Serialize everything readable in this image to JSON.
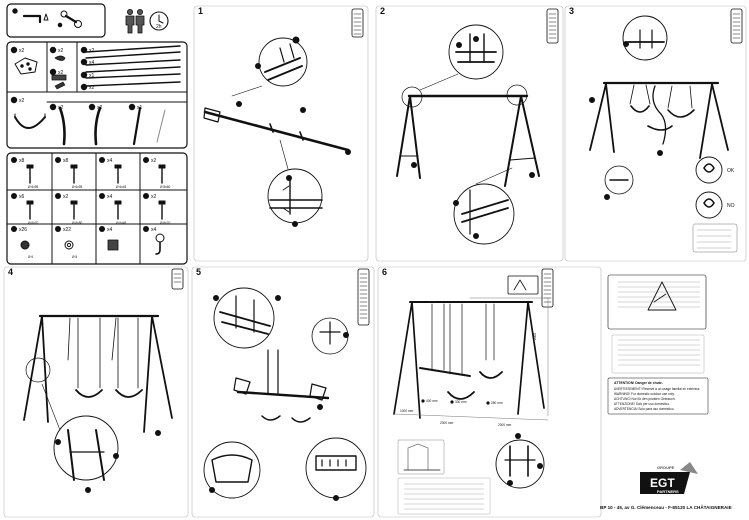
{
  "tools": {
    "time_label": "2h"
  },
  "parts": {
    "labels": [
      "x2",
      "x2",
      "x2",
      "x2",
      "x4",
      "x1",
      "x2",
      "x2",
      "x2",
      "x2",
      "x1",
      "x1",
      "x2",
      "x2",
      "x2",
      "x2"
    ],
    "bolts": [
      {
        "code": "x8",
        "size": "Ø 6x95"
      },
      {
        "code": "x8",
        "size": "Ø 6x95"
      },
      {
        "code": "x4",
        "size": "Ø 6x45"
      },
      {
        "code": "x2",
        "size": "Ø 8x60"
      },
      {
        "code": "x6",
        "size": "Ø 6x70"
      },
      {
        "code": "x2",
        "size": "Ø 8x80"
      },
      {
        "code": "x4",
        "size": "Ø 6x45"
      },
      {
        "code": "x2",
        "size": "Ø 8x70"
      }
    ],
    "fasteners": [
      {
        "code": "x26",
        "size": "Ø 6"
      },
      {
        "code": "x22",
        "size": "Ø 8"
      },
      {
        "code": "x4",
        "size": ""
      },
      {
        "code": "x4",
        "size": ""
      }
    ]
  },
  "steps": {
    "s1": "1",
    "s2": "2",
    "s3": "3",
    "s4": "4",
    "s5": "5",
    "s6": "6"
  },
  "step3": {
    "ok": "OK",
    "no": "NO"
  },
  "step6": {
    "dim1": "1000 mm",
    "dim2": "2000 mm",
    "dim3": "2000 mm",
    "d_left": "400 mm",
    "d_mid": "330 mm",
    "d_right": "280 mm",
    "h1": "2000"
  },
  "brand": {
    "top": "GROUPE",
    "name": "EGT",
    "sub": "PARTNERS"
  },
  "footer": {
    "address": "BP 10 - 45, av G. Clémenceau - F-85120 LA CHÂTAIGNERAIE"
  },
  "warning": {
    "title": "ATTENTION! Danger de chute.",
    "lines": [
      "AVERTISSEMENT! Réservé à un usage familial en extérieur.",
      "WARNING! For domestic outdoor use only.",
      "ACHTUNG! Nur für den privaten Gebrauch.",
      "ATTENZIONE! Solo per uso domestico.",
      "ADVERTENCIA! Solo para uso doméstico."
    ]
  }
}
